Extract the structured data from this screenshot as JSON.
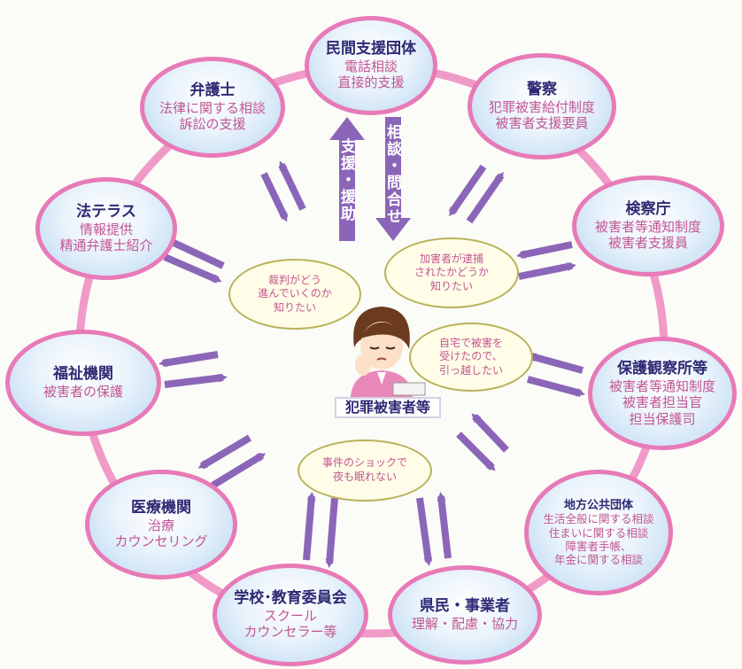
{
  "center": {
    "label": "犯罪被害者等"
  },
  "nodes": {
    "minkan": {
      "title": "民間支援団体",
      "lines": [
        "電話相談",
        "直接的支援"
      ]
    },
    "keisatsu": {
      "title": "警察",
      "lines": [
        "犯罪被害給付制度",
        "被害者支援要員"
      ]
    },
    "kensatsu": {
      "title": "検察庁",
      "lines": [
        "被害者等通知制度",
        "被害者支援員"
      ]
    },
    "hogo": {
      "title": "保護観察所等",
      "lines": [
        "被害者等通知制度",
        "被害者担当官",
        "担当保護司"
      ]
    },
    "chiho": {
      "title": "地方公共団体",
      "lines": [
        "生活全般に関する相談",
        "住まいに関する相談",
        "障害者手帳、",
        "年金に関する相談"
      ]
    },
    "kenmin": {
      "title": "県民・事業者",
      "lines": [
        "理解・配慮・協力"
      ]
    },
    "gakko": {
      "title": "学校･教育委員会",
      "lines": [
        "スクール",
        "カウンセラー等"
      ]
    },
    "iryo": {
      "title": "医療機関",
      "lines": [
        "治療",
        "カウンセリング"
      ]
    },
    "fukushi": {
      "title": "福祉機関",
      "lines": [
        "被害者の保護"
      ]
    },
    "hoterasu": {
      "title": "法テラス",
      "lines": [
        "情報提供",
        "精通弁護士紹介"
      ]
    },
    "bengoshi": {
      "title": "弁護士",
      "lines": [
        "法律に関する相談",
        "訴訟の支援"
      ]
    }
  },
  "arrows": {
    "support": "支援・援助",
    "consult": "相談・問合せ"
  },
  "thoughts": {
    "trial": [
      "裁判がどう",
      "進んでいくのか",
      "知りたい"
    ],
    "arrest": [
      "加害者が逮捕",
      "されたかどうか",
      "知りたい"
    ],
    "move": [
      "自宅で被害を",
      "受けたので、",
      "引っ越したい"
    ],
    "sleep": [
      "事件のショックで",
      "夜も眠れない"
    ]
  },
  "colors": {
    "ring": "#f09ac8",
    "arrow": "#8b66b8",
    "nodeBorder": "#e77ab7",
    "title": "#2f2a74",
    "detail": "#c25592"
  }
}
